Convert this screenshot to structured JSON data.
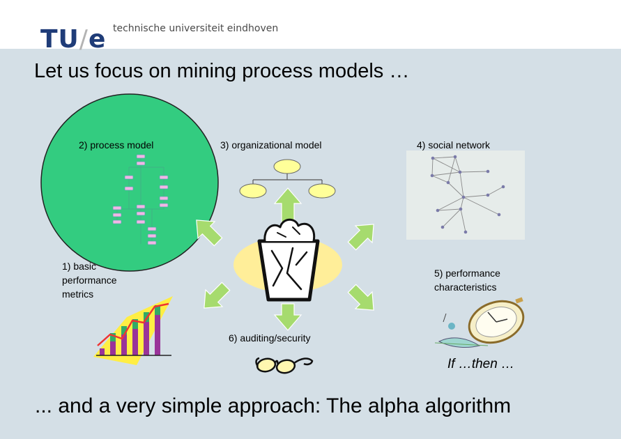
{
  "header": {
    "logo_tu": "TU",
    "logo_slash": "/",
    "logo_e": "e",
    "university": "technische universiteit eindhoven"
  },
  "slide": {
    "title": "Let us focus on mining process models …",
    "footer": "... and a very simple approach: The alpha algorithm"
  },
  "perspectives": {
    "process_model": "2) process model",
    "organizational_model": "3) organizational model",
    "social_network": "4) social network",
    "basic_metrics_line1": "1) basic",
    "basic_metrics_line2": "performance",
    "basic_metrics_line3": "metrics",
    "performance_line1": "5) performance",
    "performance_line2": "characteristics",
    "auditing": "6) auditing/security",
    "if_then": "If …then …"
  },
  "colors": {
    "focus_circle": "#33cc80",
    "slide_background": "#d4dfe6",
    "arrow": "#a6db6e",
    "org_node": "#ffff99",
    "logo": "#1f3c78"
  },
  "icons": [
    "trash-bin-icon",
    "bar-chart-icon",
    "stopwatch-icon",
    "glasses-icon"
  ]
}
